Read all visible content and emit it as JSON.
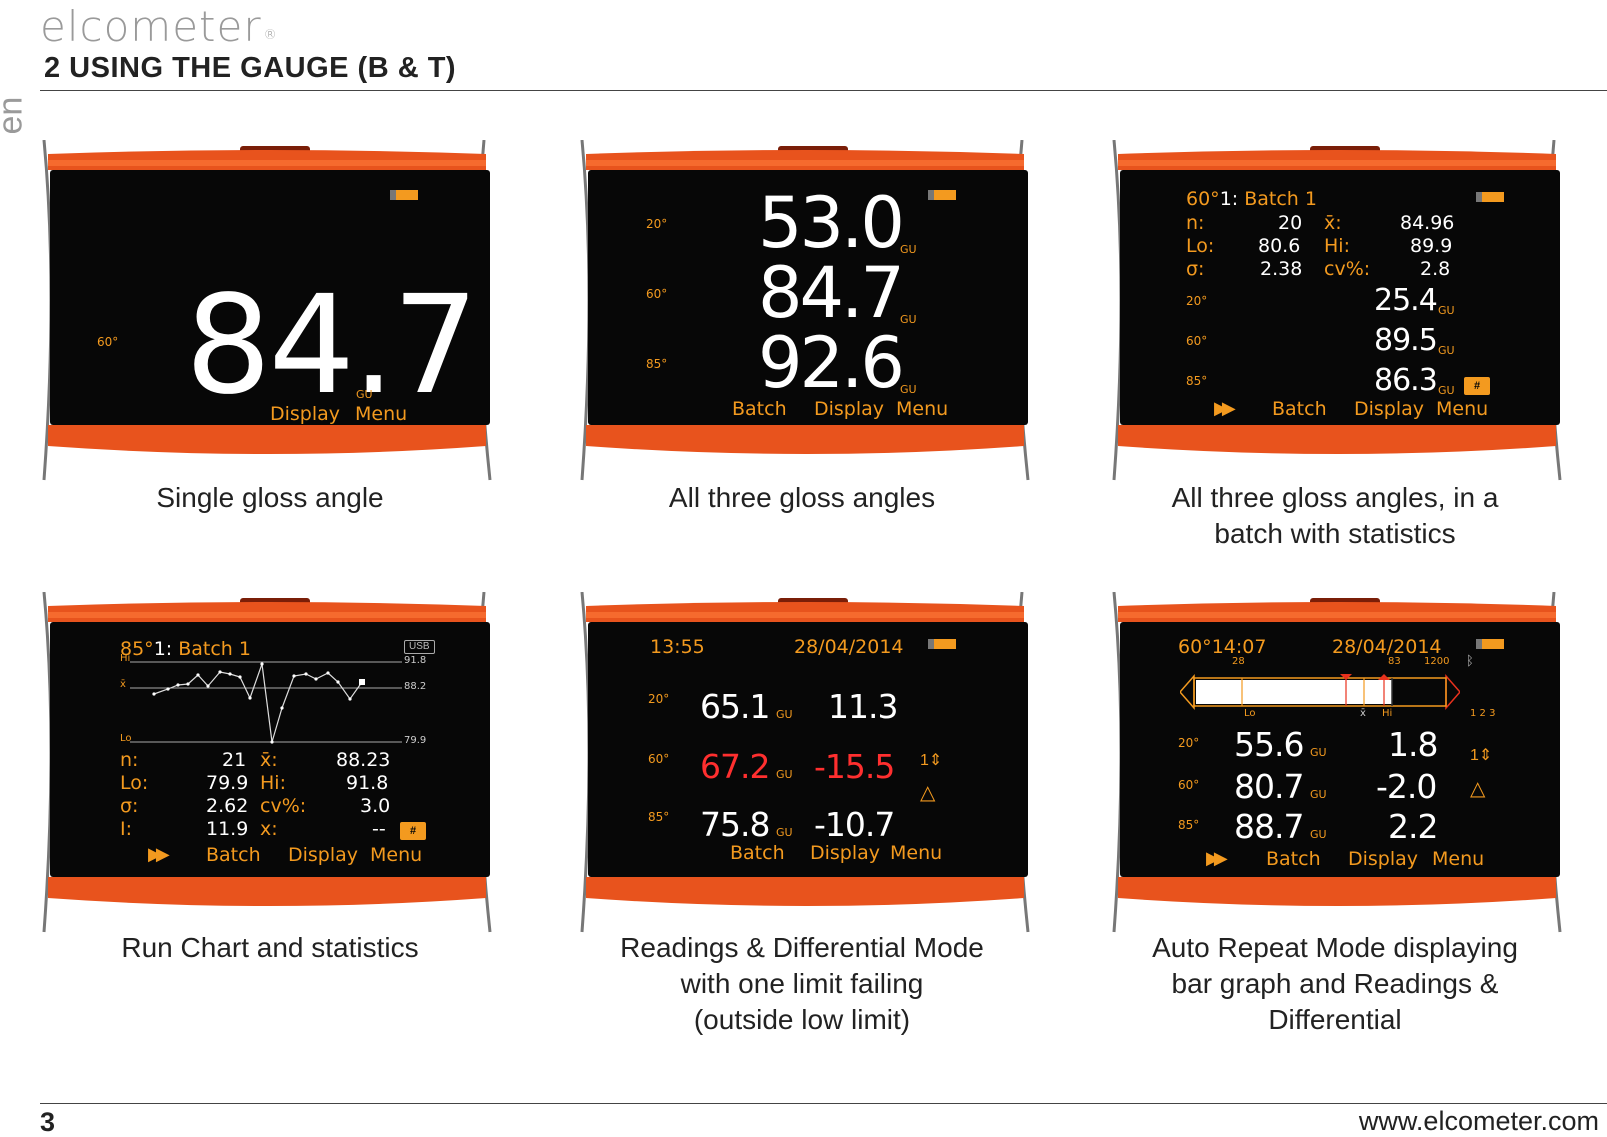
{
  "header": {
    "brand": "elcometer",
    "brand_mark": "®",
    "section_title": "2 USING THE GAUGE (B & T)",
    "language_tab": "en"
  },
  "footer": {
    "page_number": "3",
    "website": "www.elcometer.com"
  },
  "colors": {
    "accent": "#f39a1f",
    "bezel_orange": "#e8531d",
    "screen": "#070707",
    "fail_red": "#ff2f2f"
  },
  "panels": [
    {
      "caption": "Single gloss angle",
      "screen": {
        "angle": "60°",
        "reading": "84.7",
        "unit": "GU",
        "softkeys": [
          "Display",
          "Menu"
        ]
      }
    },
    {
      "caption": "All three gloss angles",
      "screen": {
        "rows": [
          {
            "angle": "20°",
            "value": "53.0",
            "unit": "GU"
          },
          {
            "angle": "60°",
            "value": "84.7",
            "unit": "GU"
          },
          {
            "angle": "85°",
            "value": "92.6",
            "unit": "GU"
          }
        ],
        "softkeys": [
          "Batch",
          "Display",
          "Menu"
        ]
      }
    },
    {
      "caption_lines": [
        "All three gloss angles, in a",
        "batch with statistics"
      ],
      "screen": {
        "title_angle": "60°",
        "title_batch": "1:",
        "title_name": "Batch 1",
        "stats": {
          "n_label": "n:",
          "n_value": "20",
          "mean_label": "x̄:",
          "mean_value": "84.96",
          "lo_label": "Lo:",
          "lo_value": "80.6",
          "hi_label": "Hi:",
          "hi_value": "89.9",
          "sd_label": "σ:",
          "sd_value": "2.38",
          "cv_label": "cv%:",
          "cv_value": "2.8"
        },
        "rows": [
          {
            "angle": "20°",
            "value": "25.4",
            "unit": "GU"
          },
          {
            "angle": "60°",
            "value": "89.5",
            "unit": "GU"
          },
          {
            "angle": "85°",
            "value": "86.3",
            "unit": "GU"
          }
        ],
        "softkeys": [
          "Batch",
          "Display",
          "Menu"
        ]
      }
    },
    {
      "caption": "Run Chart and statistics",
      "screen": {
        "title_angle": "85°",
        "title_batch": "1:",
        "title_name": "Batch 1",
        "usb": "USB",
        "chart": {
          "hi_label": "Hi",
          "mean_label": "x̄",
          "lo_label": "Lo",
          "hi_value": "91.8",
          "mean_value": "88.2",
          "lo_value": "79.9"
        },
        "stats": {
          "n_label": "n:",
          "n_value": "21",
          "mean_label": "x̄:",
          "mean_value": "88.23",
          "lo_label": "Lo:",
          "lo_value": "79.9",
          "hi_label": "Hi:",
          "hi_value": "91.8",
          "sd_label": "σ:",
          "sd_value": "2.62",
          "cv_label": "cv%:",
          "cv_value": "3.0",
          "i_label": "I:",
          "i_value": "11.9",
          "x_label": "x:",
          "x_value": "--"
        },
        "softkeys": [
          "Batch",
          "Display",
          "Menu"
        ]
      }
    },
    {
      "caption_lines": [
        "Readings & Differential Mode",
        "with one limit failing",
        "(outside low limit)"
      ],
      "screen": {
        "time": "13:55",
        "date": "28/04/2014",
        "rows": [
          {
            "angle": "20°",
            "value": "65.1",
            "unit": "GU",
            "diff": "11.3"
          },
          {
            "angle": "60°",
            "value": "67.2",
            "unit": "GU",
            "diff": "-15.5"
          },
          {
            "angle": "85°",
            "value": "75.8",
            "unit": "GU",
            "diff": "-10.7"
          }
        ],
        "softkeys": [
          "Batch",
          "Display",
          "Menu"
        ]
      }
    },
    {
      "caption_lines": [
        "Auto Repeat Mode displaying",
        "bar graph and Readings &",
        "Differential"
      ],
      "screen": {
        "angle": "60°",
        "time": "14:07",
        "date": "28/04/2014",
        "scale": [
          "28",
          "83",
          "1200"
        ],
        "bar_labels": {
          "lo": "Lo",
          "mean": "x̄",
          "hi": "Hi"
        },
        "repeat_label": "1 2 3",
        "rows": [
          {
            "angle": "20°",
            "value": "55.6",
            "unit": "GU",
            "diff": "1.8"
          },
          {
            "angle": "60°",
            "value": "80.7",
            "unit": "GU",
            "diff": "-2.0"
          },
          {
            "angle": "85°",
            "value": "88.7",
            "unit": "GU",
            "diff": "2.2"
          }
        ],
        "softkeys": [
          "Batch",
          "Display",
          "Menu"
        ]
      }
    }
  ]
}
